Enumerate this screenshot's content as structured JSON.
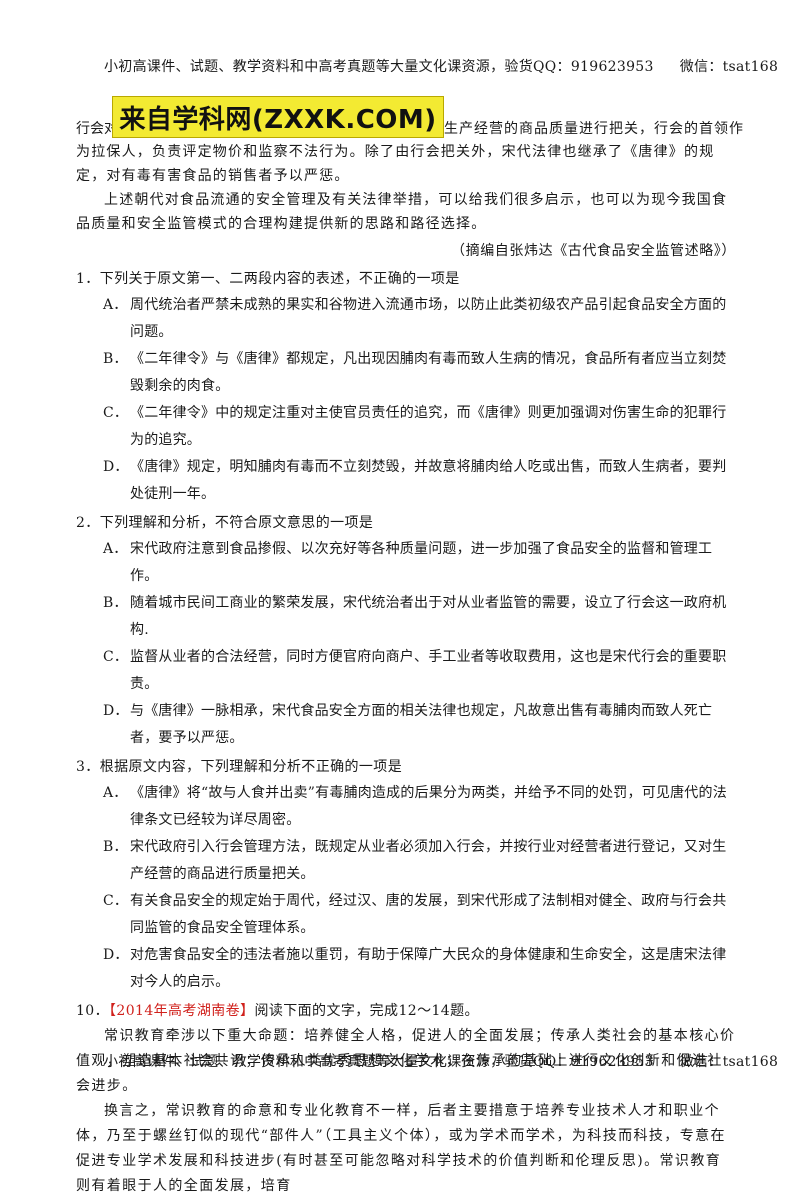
{
  "header": {
    "text": "小初高课件、试题、教学资料和中高考真题等大量文化课资源，验货QQ：919623953",
    "wechat": "微信：tsat168"
  },
  "logo": {
    "text": "来自学科网(ZXXK.COM)",
    "left_fragment": "行会对",
    "right_fragment": "生产经营的商品质量进行把关，行会的首领作"
  },
  "passage": {
    "p1_cont": "为拉保人，负责评定物价和监察不法行为。除了由行会把关外，宋代法律也继承了《唐律》的规定，对有毒有害食品的销售者予以严惩。",
    "p2": "上述朝代对食品流通的安全管理及有关法律举措，可以给我们很多启示，也可以为现今我国食品质量和安全监管模式的合理构建提供新的思路和路径选择。",
    "source": "（摘编自张炜达《古代食品安全监管述略》）"
  },
  "questions": [
    {
      "stem": "1．下列关于原文第一、二两段内容的表述，不正确的一项是",
      "options": [
        {
          "key": "A．",
          "text": "周代统治者严禁未成熟的果实和谷物进入流通市场，以防止此类初级农产品引起食品安全方面的问题。"
        },
        {
          "key": "B．",
          "text": "《二年律令》与《唐律》都规定，凡出现因脯肉有毒而致人生病的情况，食品所有者应当立刻焚毁剩余的肉食。"
        },
        {
          "key": "C．",
          "text": "《二年律令》中的规定注重对主使官员责任的追究，而《唐律》则更加强调对伤害生命的犯罪行为的追究。"
        },
        {
          "key": "D．",
          "text": "《唐律》规定，明知脯肉有毒而不立刻焚毁，并故意将脯肉给人吃或出售，而致人生病者，要判处徒刑一年。"
        }
      ]
    },
    {
      "stem": "2．下列理解和分析，不符合原文意思的一项是",
      "options": [
        {
          "key": "A．",
          "text": "宋代政府注意到食品掺假、以次充好等各种质量问题，进一步加强了食品安全的监督和管理工作。"
        },
        {
          "key": "B．",
          "text": "随着城市民间工商业的繁荣发展，宋代统治者出于对从业者监管的需要，设立了行会这一政府机构."
        },
        {
          "key": "C．",
          "text": "监督从业者的合法经营，同时方便官府向商户、手工业者等收取费用，这也是宋代行会的重要职责。"
        },
        {
          "key": "D．",
          "text": "与《唐律》一脉相承，宋代食品安全方面的相关法律也规定，凡故意出售有毒脯肉而致人死亡者，要予以严惩。"
        }
      ]
    },
    {
      "stem": "3．根据原文内容，下列理解和分析不正确的一项是",
      "options": [
        {
          "key": "A．",
          "text": "《唐律》将“故与人食并出卖”有毒脯肉造成的后果分为两类，并给予不同的处罚，可见唐代的法律条文已经较为详尽周密。"
        },
        {
          "key": "B．",
          "text": "宋代政府引入行会管理方法，既规定从业者必须加入行会，并按行业对经营者进行登记，又对生产经营的商品进行质量把关。"
        },
        {
          "key": "C．",
          "text": "有关食品安全的规定始于周代，经过汉、唐的发展，到宋代形成了法制相对健全、政府与行会共同监管的食品安全管理体系。"
        },
        {
          "key": "D．",
          "text": "对危害食品安全的违法者施以重罚，有助于保障广大民众的身体健康和生命安全，这是唐宋法律对今人的启示。"
        }
      ]
    }
  ],
  "q10": {
    "num": "10．",
    "tag": "【2014年高考湖南卷】",
    "instruction": "阅读下面的文字，完成12～14题。"
  },
  "passage2": {
    "p1": "常识教育牵涉以下重大命题：培养健全人格，促进人的全面发展；传承人类社会的基本核心价值观，塑造基本社会共识；传承人类优秀思想文化学术；在传承的基础上进行文化创新和促进社会进步。",
    "p2": "换言之，常识教育的命意和专业化教育不一样，后者主要措意于培养专业技术人才和职业个体，乃至于螺丝钉似的现代“部件人”（工具主义个体），或为学术而学术，为科技而科技，专意在促进专业学术发展和科技进步(有时甚至可能忽略对科学技术的价值判断和伦理反思)。常识教育则有着眼于人的全面发展，培育"
  },
  "footer": {
    "text": "小初高课件、试题、教学资料和中高考真题等大量文化课资源，验货QQ：919623953",
    "wechat": "微信：tsat168"
  }
}
